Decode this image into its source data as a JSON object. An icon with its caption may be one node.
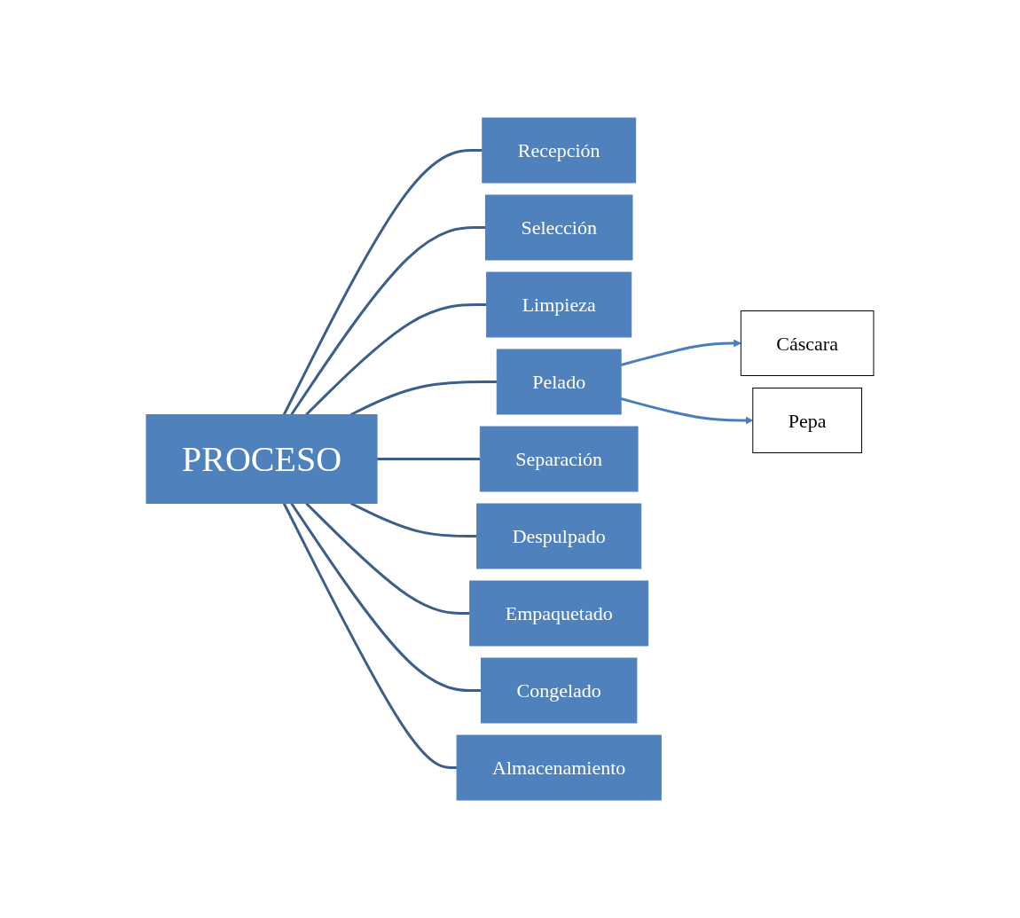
{
  "diagram": {
    "nodes": [
      {
        "text": [
          "PROCESO"
        ]
      },
      {
        "text": [
          "Recepción"
        ]
      },
      {
        "text": [
          "Selección"
        ]
      },
      {
        "text": [
          "Limpieza"
        ]
      },
      {
        "text": [
          "Pelado"
        ]
      },
      {
        "text": [
          "Separación"
        ]
      },
      {
        "text": [
          "Despulpado"
        ]
      },
      {
        "text": [
          "Empaquetado"
        ]
      },
      {
        "text": [
          "Congelado"
        ]
      },
      {
        "text": [
          "Almacenamiento"
        ]
      },
      {
        "text": [
          "Cáscara"
        ]
      },
      {
        "text": [
          "Pepa"
        ]
      }
    ],
    "edges": [
      {
        "from": 0,
        "to": 1,
        "arrow": "none"
      },
      {
        "from": 0,
        "to": 2,
        "arrow": "none"
      },
      {
        "from": 0,
        "to": 3,
        "arrow": "none"
      },
      {
        "from": 0,
        "to": 4,
        "arrow": "none"
      },
      {
        "from": 0,
        "to": 5,
        "arrow": "none"
      },
      {
        "from": 0,
        "to": 6,
        "arrow": "none"
      },
      {
        "from": 0,
        "to": 7,
        "arrow": "none"
      },
      {
        "from": 0,
        "to": 8,
        "arrow": "none"
      },
      {
        "from": 0,
        "to": 9,
        "arrow": "none"
      },
      {
        "from": 4,
        "to": 10,
        "arrow": "to",
        "color": "#4a7ebb"
      },
      {
        "from": 4,
        "to": 11,
        "arrow": "to",
        "color": "#4a7ebb"
      }
    ]
  }
}
